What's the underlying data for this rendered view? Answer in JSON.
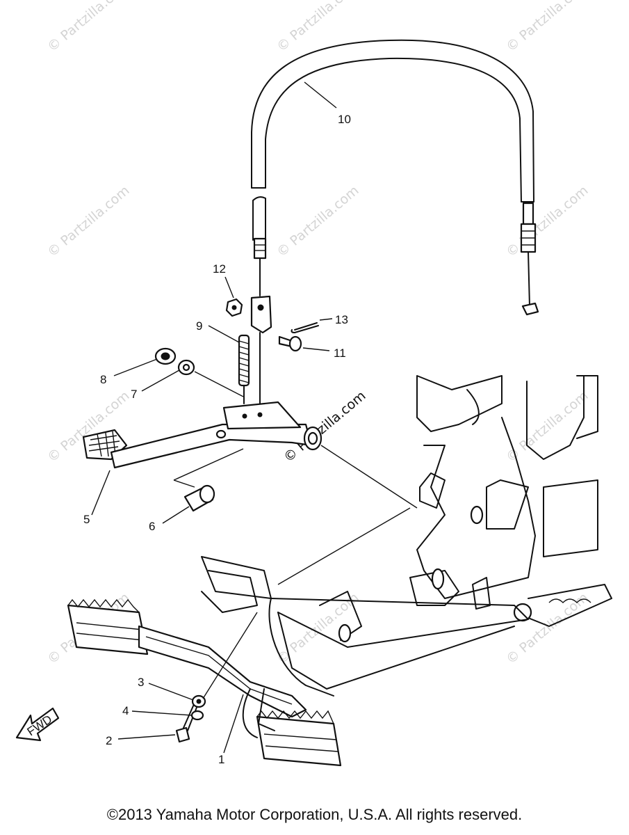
{
  "watermark": "© Partzilla.com",
  "watermark_center": "© Partzilla.com",
  "fwd_label": "FWD",
  "copyright": "©2013 Yamaha Motor Corporation, U.S.A. All rights reserved.",
  "callouts": [
    {
      "num": "1",
      "part": "footrest-assembly"
    },
    {
      "num": "2",
      "part": "bolt"
    },
    {
      "num": "3",
      "part": "nut"
    },
    {
      "num": "4",
      "part": "washer"
    },
    {
      "num": "5",
      "part": "brake-pedal"
    },
    {
      "num": "6",
      "part": "collar"
    },
    {
      "num": "7",
      "part": "washer"
    },
    {
      "num": "8",
      "part": "nut"
    },
    {
      "num": "9",
      "part": "spring"
    },
    {
      "num": "10",
      "part": "brake-cable"
    },
    {
      "num": "11",
      "part": "pin"
    },
    {
      "num": "12",
      "part": "nut"
    },
    {
      "num": "13",
      "part": "cotter-pin"
    }
  ]
}
